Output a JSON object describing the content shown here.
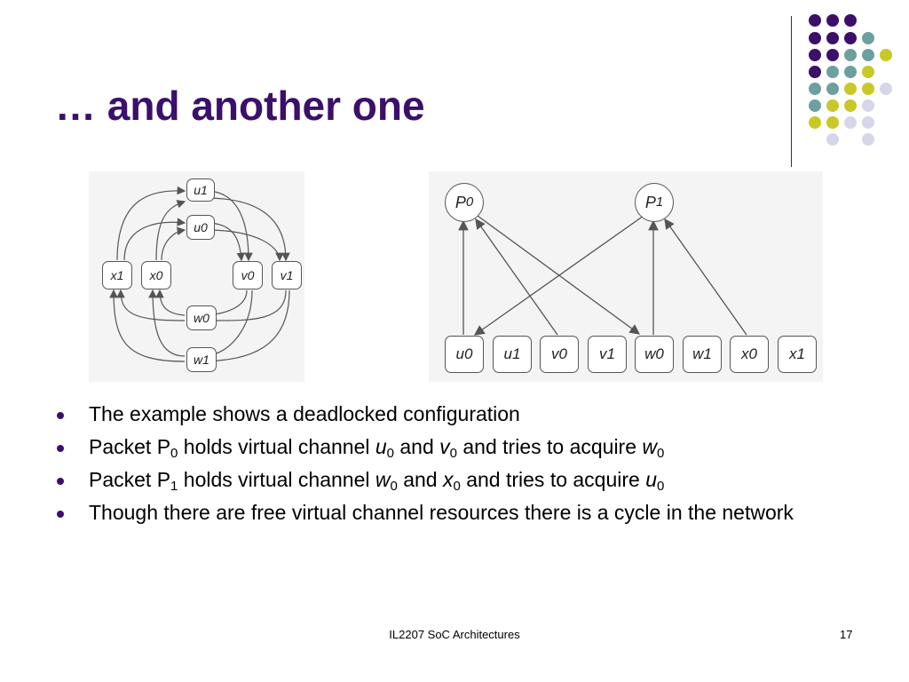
{
  "slide": {
    "title": "… and another one",
    "footer": "IL2207 SoC Architectures",
    "page_number": "17"
  },
  "decor": {
    "colors": {
      "purple": "#3c0f6b",
      "teal": "#6e9fa0",
      "yellow": "#c8c828",
      "lavender": "#d6d6ea"
    }
  },
  "left_figure": {
    "nodes": {
      "u1": "u1",
      "u0": "u0",
      "x1": "x1",
      "x0": "x0",
      "v0": "v0",
      "v1": "v1",
      "w0": "w0",
      "w1": "w1"
    }
  },
  "right_figure": {
    "packets": [
      {
        "label": "P",
        "sub": "0"
      },
      {
        "label": "P",
        "sub": "1"
      }
    ],
    "channels": [
      "u0",
      "u1",
      "v0",
      "v1",
      "w0",
      "w1",
      "x0",
      "x1"
    ]
  },
  "bullets": {
    "b1": "The example shows a deadlocked configuration",
    "b2": {
      "t1": "Packet P",
      "s1": "0",
      "t2": " holds virtual channel ",
      "i1": "u",
      "s2": "0",
      "t3": " and ",
      "i2": "v",
      "s3": "0",
      "t4": " and tries to acquire ",
      "i3": "w",
      "s4": "0"
    },
    "b3": {
      "t1": "Packet P",
      "s1": "1",
      "t2": " holds virtual channel ",
      "i1": "w",
      "s2": "0",
      "t3": " and ",
      "i2": "x",
      "s3": "0",
      "t4": " and tries to acquire ",
      "i3": "u",
      "s4": "0"
    },
    "b4": "Though there are free virtual channel resources there is a cycle in the network"
  }
}
